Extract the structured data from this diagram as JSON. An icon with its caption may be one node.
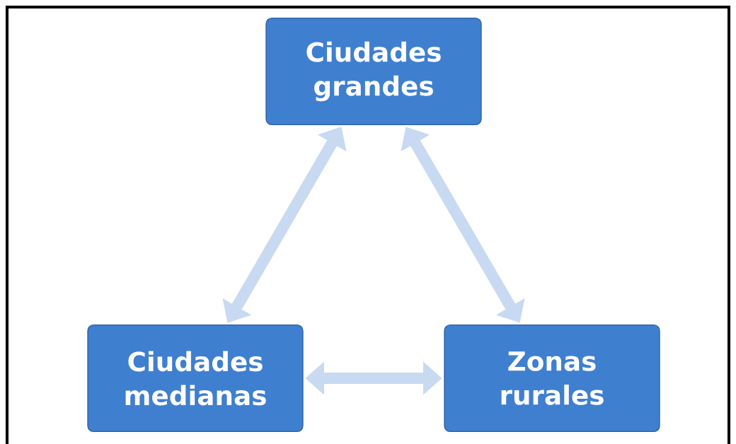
{
  "diagram": {
    "nodes": [
      {
        "text": [
          "Ciudades grandes"
        ]
      },
      {
        "text": [
          "Ciudades medianas"
        ]
      },
      {
        "text": [
          "Zonas rurales"
        ]
      }
    ],
    "edges": [
      {
        "from": 0,
        "to": 1,
        "arrow": "both"
      },
      {
        "from": 0,
        "to": 2,
        "arrow": "both"
      },
      {
        "from": 1,
        "to": 2,
        "arrow": "both"
      }
    ]
  }
}
